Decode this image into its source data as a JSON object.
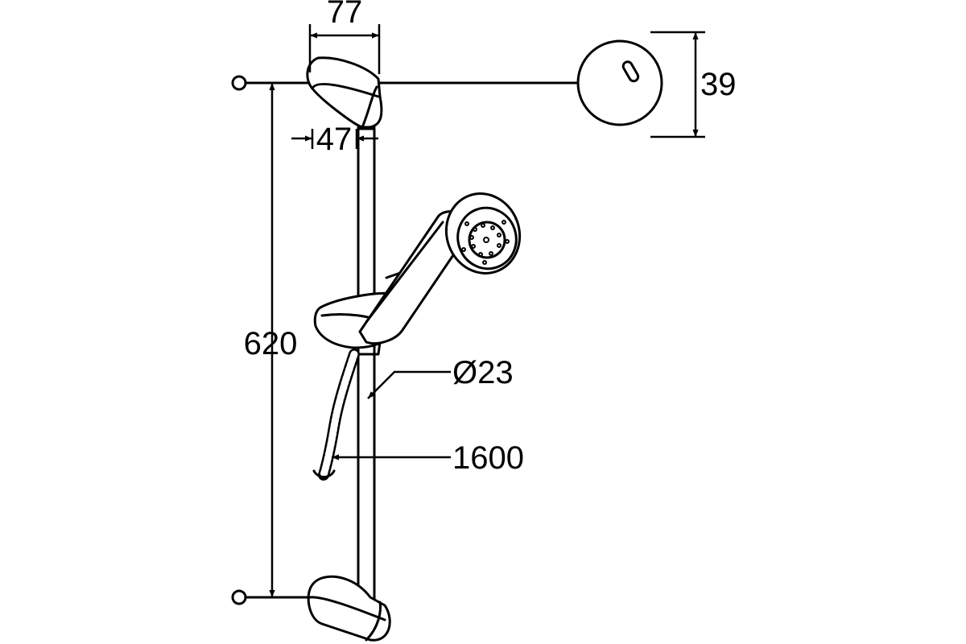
{
  "dimensions": {
    "bracket_depth": "77",
    "bracket_offset": "47",
    "wall_plate_diameter": "39",
    "rail_length": "620",
    "rail_diameter": "Ø23",
    "hose_length": "1600"
  },
  "colors": {
    "line": "#000000",
    "background": "#ffffff"
  }
}
